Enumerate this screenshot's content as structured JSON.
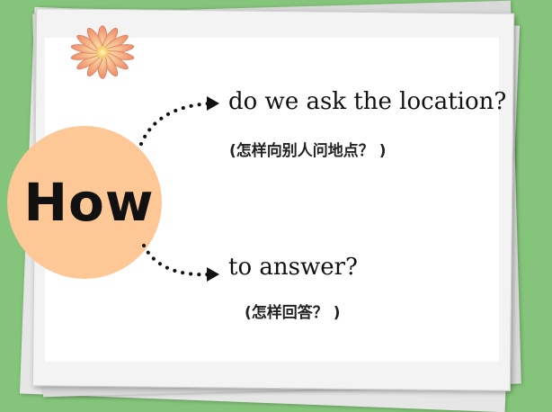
{
  "center": {
    "word": "How",
    "circle_color": "#fdc896"
  },
  "branches": [
    {
      "question": "do we ask the location?",
      "translation": "(怎样向别人问地点？ )"
    },
    {
      "question": "to answer?",
      "translation": "(怎样回答？ )"
    }
  ],
  "decoration": {
    "icon": "flower-icon",
    "petal_color": "#f4a07a"
  },
  "colors": {
    "background": "#85c57b",
    "card": "#ffffff"
  }
}
